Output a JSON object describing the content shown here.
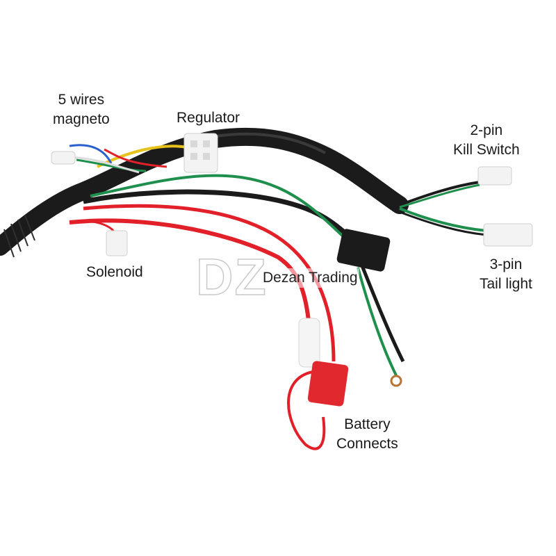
{
  "labels": {
    "magneto": [
      "5 wires",
      "magneto"
    ],
    "regulator": "Regulator",
    "kill_switch": [
      "2-pin",
      "Kill Switch"
    ],
    "solenoid": "Solenoid",
    "tail_light": [
      "3-pin",
      "Tail light"
    ],
    "battery": [
      "Battery",
      "Connects"
    ]
  },
  "watermark": {
    "logo": "DZ",
    "text": "Dezan Trading"
  },
  "colors": {
    "harness": "#1b1b1b",
    "red_wire": "#e2202a",
    "green_wire": "#1f8f4d",
    "yellow_wire": "#e7c21a",
    "blue_wire": "#2a5fd1",
    "connector_white": "#f3f3f3",
    "battery_cap": "#e2282f"
  }
}
